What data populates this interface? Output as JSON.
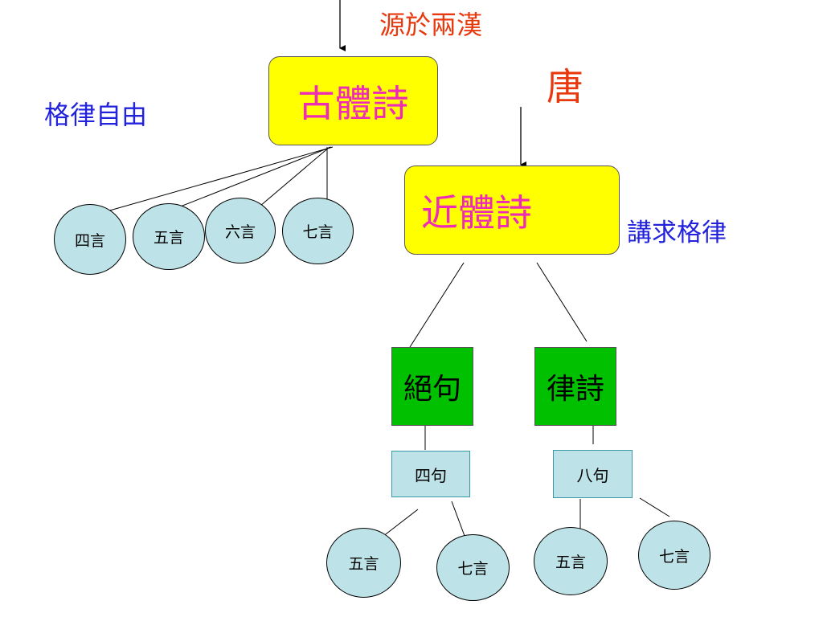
{
  "origin_label": "源於兩漢",
  "tang_label": "唐",
  "gu_ti_shi": {
    "title": "古體詩",
    "note": "格律自由",
    "forms": [
      "四言",
      "五言",
      "六言",
      "七言"
    ]
  },
  "jin_ti_shi": {
    "title": "近體詩",
    "note": "講求格律",
    "jueju": {
      "title": "絕句",
      "lines": "四句",
      "forms": [
        "五言",
        "七言"
      ]
    },
    "lushi": {
      "title": "律詩",
      "lines": "八句",
      "forms": [
        "五言",
        "七言"
      ]
    }
  },
  "colors": {
    "title_red": "#e8380d",
    "note_blue": "#2222dd",
    "box_yellow": "#ffff00",
    "box_text_pink": "#ee2bb7",
    "box_green": "#00c000",
    "node_cyan": "#bde3e8"
  }
}
